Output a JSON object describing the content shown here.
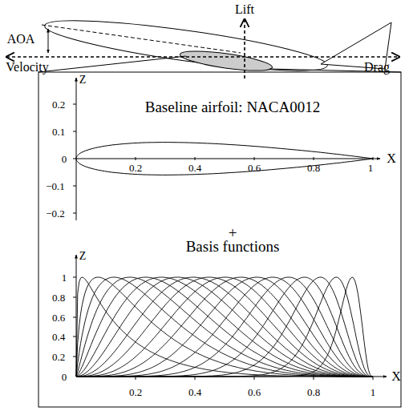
{
  "diagram": {
    "labels": [
      "Lift",
      "AOA",
      "Velocity",
      "Drag",
      "Z",
      "0.2",
      "0.1",
      "0",
      "−0.1",
      "−0.2",
      "0.2",
      "0.4",
      "0.6",
      "0.8",
      "1",
      "X",
      "Baseline airfoil: NACA0012",
      "+",
      "Basis functions",
      "Z",
      "1",
      "0.8",
      "0.6",
      "0.4",
      "0.2",
      "0",
      "0.2",
      "0.4",
      "0.6",
      "0.8",
      "1",
      "X"
    ]
  }
}
